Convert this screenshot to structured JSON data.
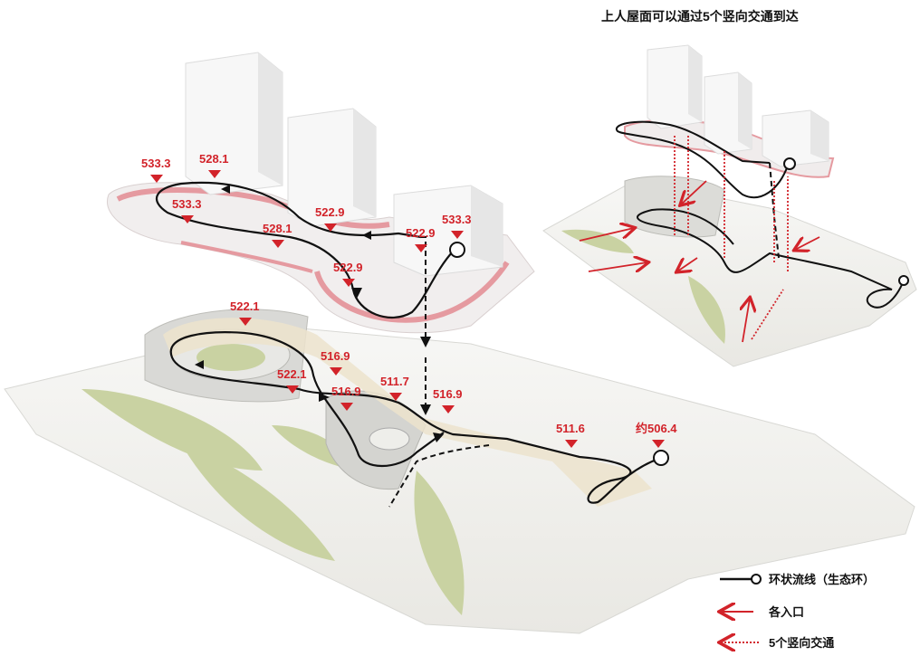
{
  "title": "上人屋面可以通过5个竖向交通到达",
  "elevations": [
    "533.3",
    "528.1",
    "533.3",
    "528.1",
    "522.9",
    "522.9",
    "533.3",
    "522.9",
    "522.1",
    "516.9",
    "522.1",
    "516.9",
    "511.7",
    "516.9",
    "511.6",
    "约506.4"
  ],
  "legend": {
    "loop": "环状流线（生态环）",
    "entrance": "各入口",
    "vertical": "5个竖向交通"
  },
  "colors": {
    "accent_red": "#d2232a",
    "loop_line": "#111111",
    "green_area": "#c9d2a2",
    "track_red": "#e59aa0",
    "building": "#f2f2f2"
  }
}
